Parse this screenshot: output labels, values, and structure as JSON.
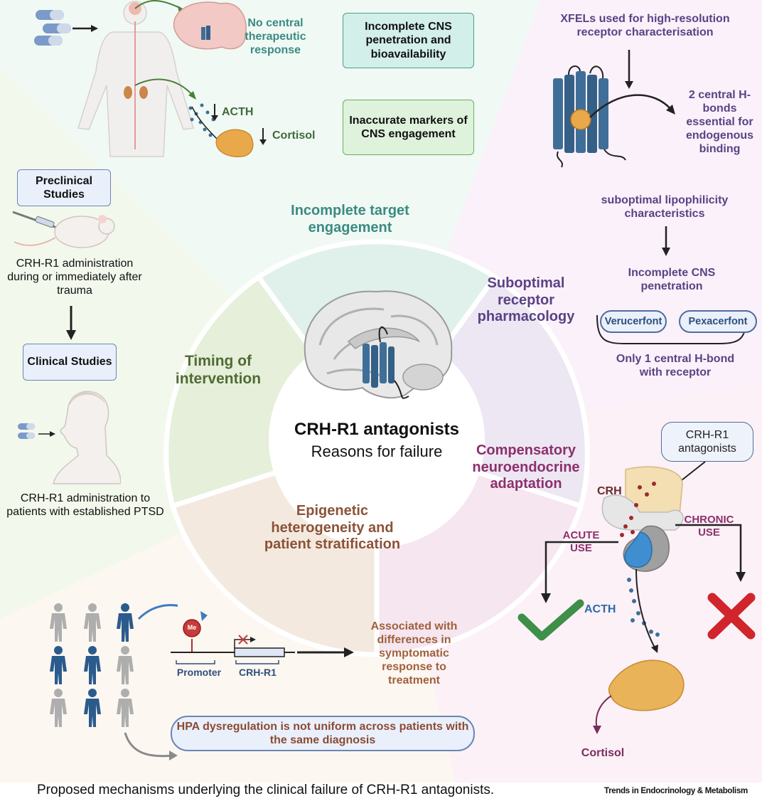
{
  "center": {
    "title": "CRH-R1 antagonists",
    "subtitle": "Reasons for failure"
  },
  "segments": {
    "target": "Incomplete target engagement",
    "pharmacology": "Suboptimal receptor pharmacology",
    "compensatory": "Compensatory neuroendocrine adaptation",
    "epigenetic": "Epigenetic heterogeneity and patient stratification",
    "timing": "Timing of intervention"
  },
  "top_left": {
    "no_central": "No central therapeutic response",
    "acth": "ACTH",
    "cortisol": "Cortisol",
    "box_cns": "Incomplete CNS penetration and bioavailability",
    "box_markers": "Inaccurate markers of CNS engagement"
  },
  "top_right": {
    "xfels": "XFELs used for high-resolution receptor characterisation",
    "hbonds": "2 central H-bonds essential for endogenous binding",
    "lipo": "suboptimal lipophilicity characteristics",
    "incomplete_cns": "Incomplete CNS penetration",
    "drug1": "Verucerfont",
    "drug2": "Pexacerfont",
    "one_hbond": "Only 1 central H-bond with receptor"
  },
  "left": {
    "preclinical": "Preclinical Studies",
    "admin_trauma": "CRH-R1 administration during or immediately after trauma",
    "clinical": "Clinical Studies",
    "admin_ptsd": "CRH-R1 administration to patients with established PTSD"
  },
  "bottom_right": {
    "antagonists": "CRH-R1 antagonists",
    "crh": "CRH",
    "acute": "ACUTE USE",
    "chronic": "CHRONIC USE",
    "acth": "ACTH",
    "cortisol": "Cortisol"
  },
  "bottom": {
    "me": "Me",
    "promoter": "Promoter",
    "gene": "CRH-R1",
    "associated": "Associated with differences in symptomatic response to treatment",
    "hpa": "HPA dysregulation is  not uniform across patients with the same diagnosis"
  },
  "footer": {
    "caption": "Proposed mechanisms underlying the clinical failure of CRH-R1 antagonists.",
    "journal": "Trends in Endocrinology & Metabolism"
  },
  "colors": {
    "target_bg": "#dff1ea",
    "pharm_bg": "#ece7f3",
    "comp_bg": "#f5e6f0",
    "epi_bg": "#f3e9df",
    "timing_bg": "#e6efd9",
    "teal_text": "#3b8a83",
    "purple_text": "#5a4285",
    "magenta_text": "#8e2f6c",
    "brown_text": "#8c5237",
    "green_text": "#4f6b35",
    "receptor_blue": "#3f6f98"
  }
}
